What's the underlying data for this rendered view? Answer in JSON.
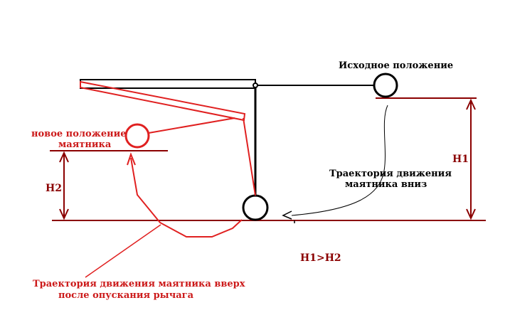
{
  "labels": {
    "initial_position": "Исходное положение",
    "new_position_line1": "новое положение",
    "new_position_line2": "маятника",
    "trajectory_down_line1": "Траектория движения",
    "trajectory_down_line2": "маятника вниз",
    "h1": "H1",
    "h2": "H2",
    "relation": "H1>H2",
    "trajectory_up_line1": "Траектория движения маятника вверх",
    "trajectory_up_line2": "после опускания рычага"
  },
  "colors": {
    "black": "#000000",
    "red": "#e02020",
    "dark_red": "#8b0000",
    "red_text": "#cc1a1a"
  }
}
